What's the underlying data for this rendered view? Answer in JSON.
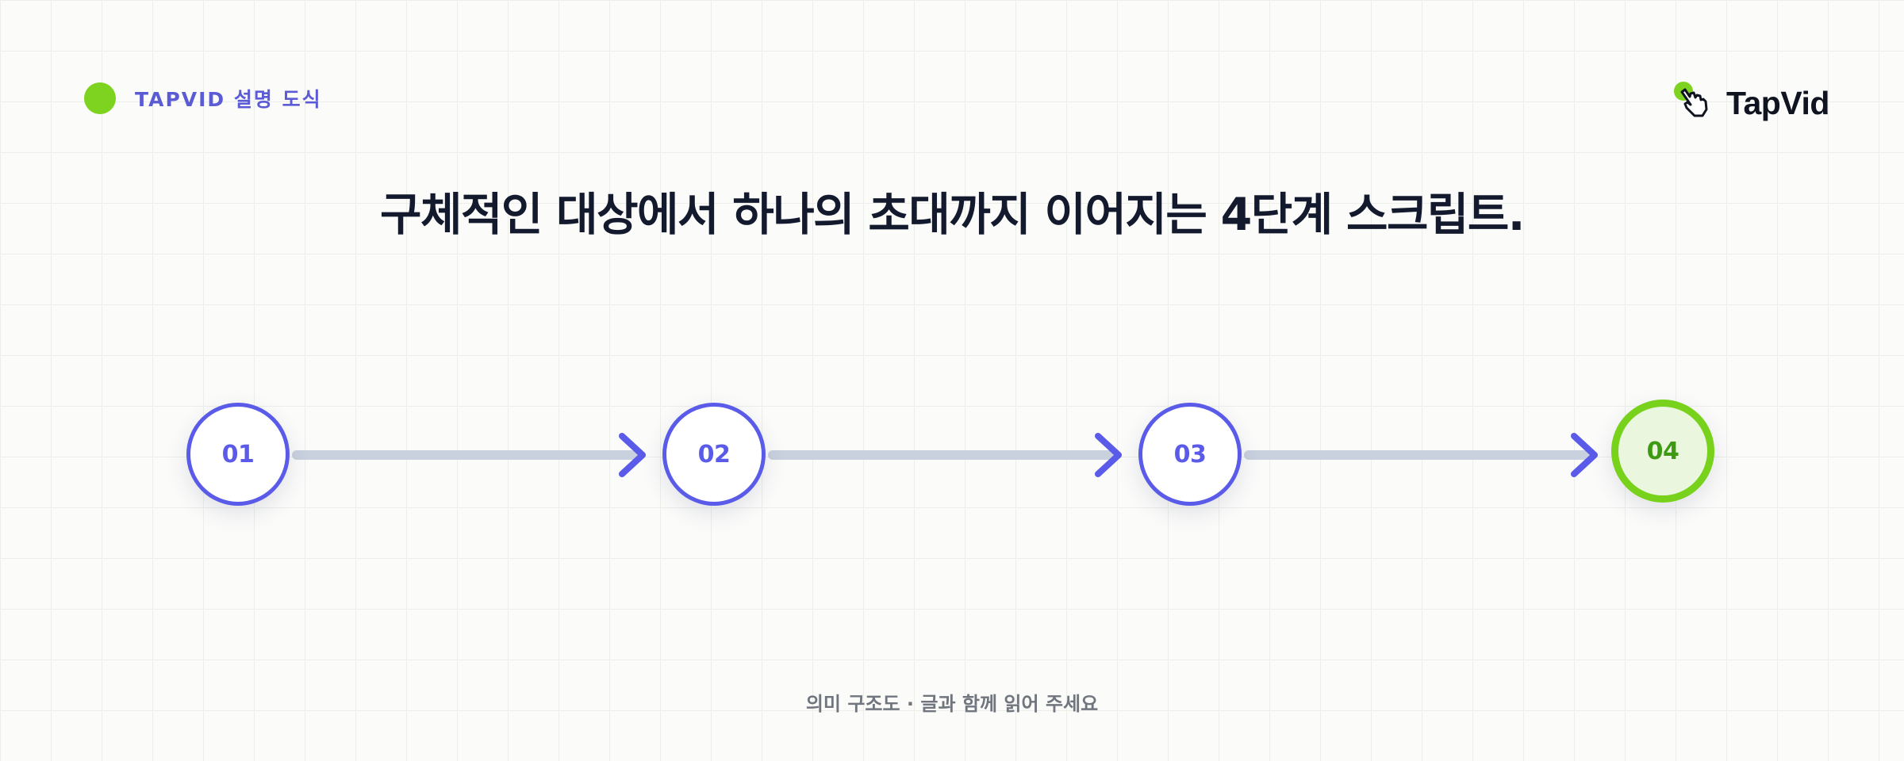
{
  "header": {
    "tag_label": "TAPVID 설명 도식",
    "brand_name": "TapVid"
  },
  "headline": "구체적인 대상에서 하나의 초대까지 이어지는 4단계 스크립트.",
  "steps": [
    {
      "label": "01"
    },
    {
      "label": "02"
    },
    {
      "label": "03"
    },
    {
      "label": "04"
    }
  ],
  "footer": "의미 구조도 · 글과 함께 읽어 주세요",
  "colors": {
    "accent": "#5b5bea",
    "final_step": "#78d11b",
    "connector": "#c9d1df",
    "headline": "#141a2e"
  },
  "icons": [
    "dot-icon",
    "hand-pointer-icon",
    "arrow-right-icon"
  ]
}
